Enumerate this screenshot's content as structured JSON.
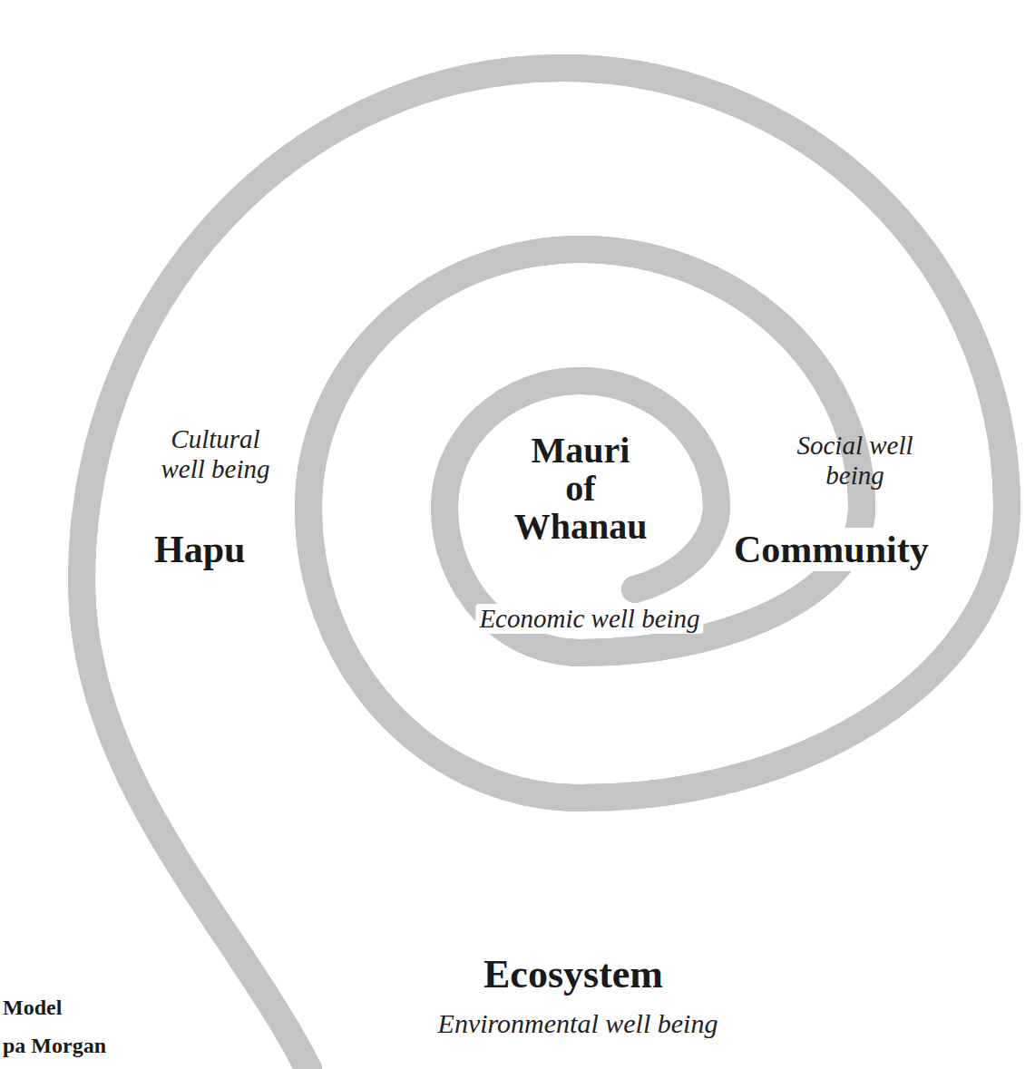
{
  "diagram": {
    "labels": [
      "Cultural well being",
      "Hapu",
      "Mauri of Whanau",
      "Social well being",
      "Community",
      "Economic well being",
      "Ecosystem",
      "Environmental well being",
      "Model",
      "pa Morgan"
    ]
  }
}
